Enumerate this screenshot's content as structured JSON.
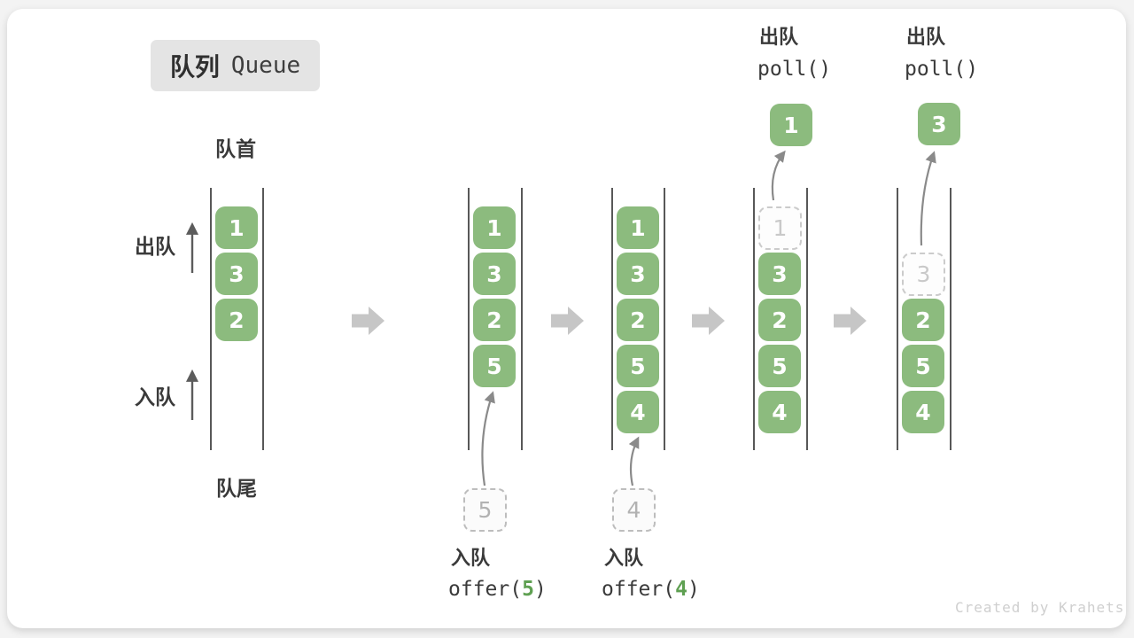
{
  "title": {
    "zh": "队列",
    "en": "Queue"
  },
  "side_labels": {
    "front": "队首",
    "rear": "队尾",
    "dequeue": "出队",
    "enqueue": "入队"
  },
  "stages": {
    "s1": {
      "boxes": [
        "1",
        "3",
        "2"
      ]
    },
    "s2": {
      "boxes": [
        "1",
        "3",
        "2",
        "5"
      ],
      "pending": "5",
      "op_label": "入队",
      "code_prefix": "offer(",
      "code_arg": "5",
      "code_suffix": ")"
    },
    "s3": {
      "boxes": [
        "1",
        "3",
        "2",
        "5",
        "4"
      ],
      "pending": "4",
      "op_label": "入队",
      "code_prefix": "offer(",
      "code_arg": "4",
      "code_suffix": ")"
    },
    "s4": {
      "ghost": "1",
      "boxes": [
        "3",
        "2",
        "5",
        "4"
      ],
      "popped": "1",
      "op_label": "出队",
      "code": "poll()"
    },
    "s5": {
      "ghost": "3",
      "boxes": [
        "2",
        "5",
        "4"
      ],
      "popped": "3",
      "op_label": "出队",
      "code": "poll()"
    }
  },
  "credit": "Created by Krahets",
  "colors": {
    "item_green": "#8cbb7e",
    "code_arg_green": "#5fa052",
    "block_arrow_gray": "#c6c6c6",
    "queue_line_gray": "#585858",
    "thin_arrow_gray": "#8a8a8a",
    "badge_gray": "#e4e4e4",
    "credit_gray": "#cfcfcf"
  }
}
